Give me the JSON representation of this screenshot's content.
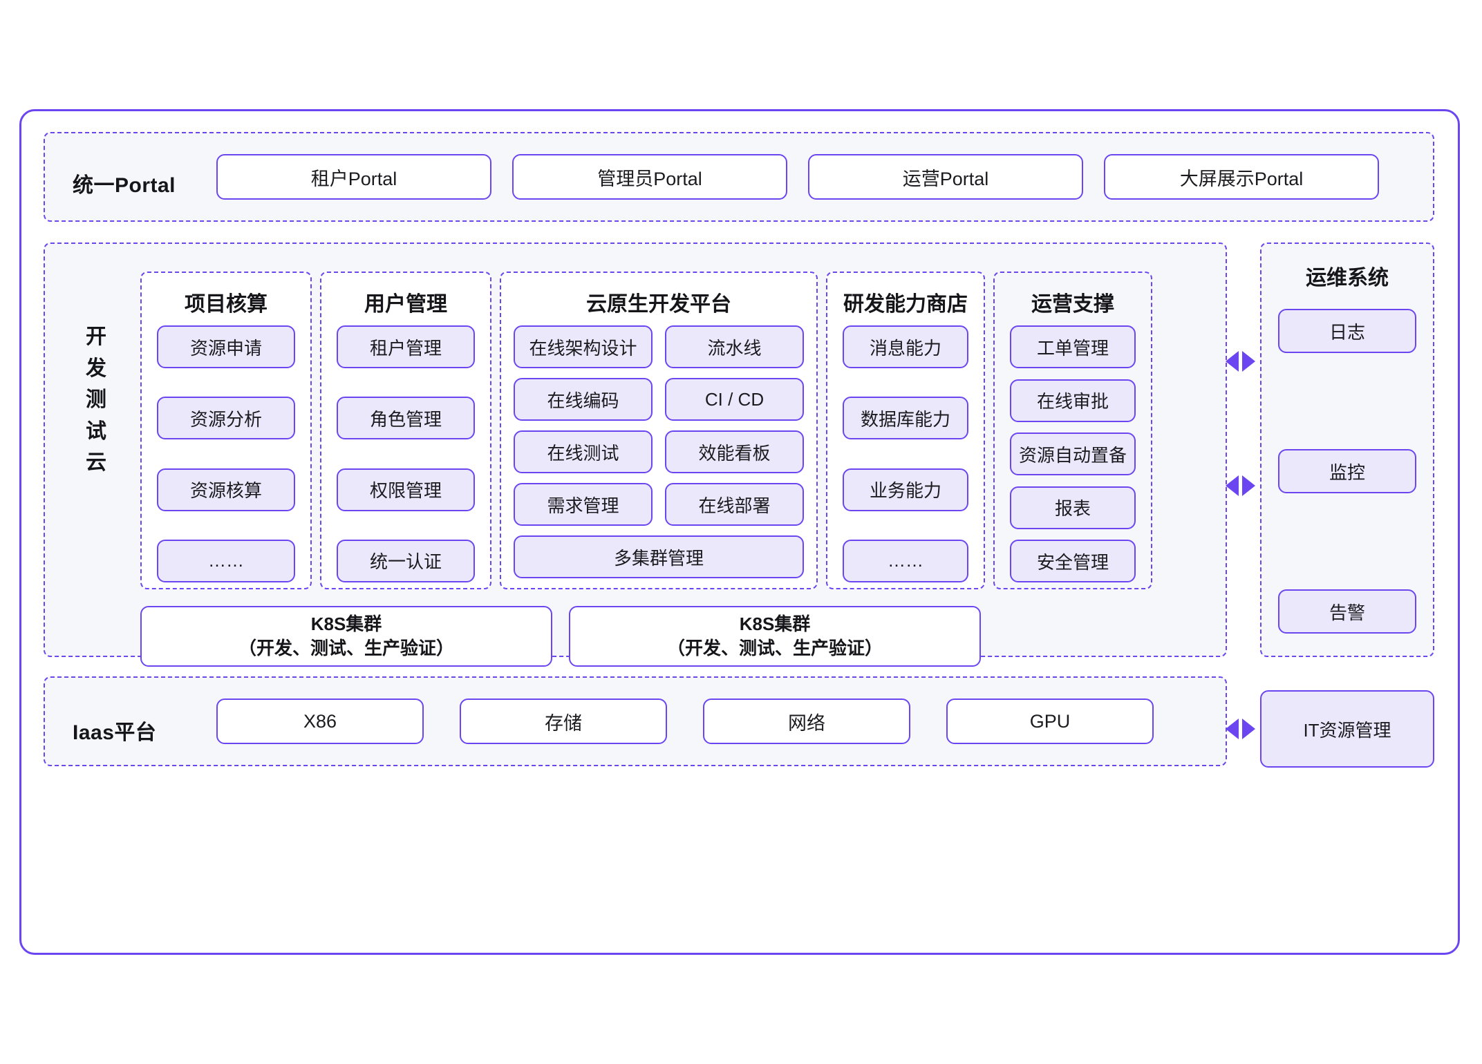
{
  "portal": {
    "label": "统一Portal",
    "buttons": [
      "租户Portal",
      "管理员Portal",
      "运营Portal",
      "大屏展示Portal"
    ]
  },
  "devtest": {
    "label": "开\n发\n测\n试\n云",
    "columns": [
      {
        "title": "项目核算",
        "chips": [
          "资源申请",
          "资源分析",
          "资源核算",
          "……"
        ]
      },
      {
        "title": "用户管理",
        "chips": [
          "租户管理",
          "角色管理",
          "权限管理",
          "统一认证"
        ]
      },
      {
        "title": "云原生开发平台",
        "grid_chips": [
          "在线架构设计",
          "流水线",
          "在线编码",
          "CI / CD",
          "在线测试",
          "效能看板",
          "需求管理",
          "在线部署"
        ],
        "wide_chip": "多集群管理"
      },
      {
        "title": "研发能力商店",
        "chips": [
          "消息能力",
          "数据库能力",
          "业务能力",
          "……"
        ]
      },
      {
        "title": "运营支撑",
        "chips": [
          "工单管理",
          "在线审批",
          "资源自动置备",
          "报表",
          "安全管理"
        ]
      }
    ],
    "k8s_boxes": [
      {
        "line1": "K8S集群",
        "line2": "（开发、测试、生产验证）"
      },
      {
        "line1": "K8S集群",
        "line2": "（开发、测试、生产验证）"
      }
    ]
  },
  "ops_system": {
    "title": "运维系统",
    "chips": [
      "日志",
      "监控",
      "告警"
    ]
  },
  "iaas": {
    "label": "Iaas平台",
    "buttons": [
      "X86",
      "存储",
      "网络",
      "GPU"
    ],
    "it_resource": "IT资源管理"
  },
  "colors": {
    "accent": "#6b46f0",
    "chip_fill": "#ebe8fb",
    "section_fill": "#f6f7fa",
    "panel_fill": "#ffffff",
    "text": "#1b1b1f"
  }
}
